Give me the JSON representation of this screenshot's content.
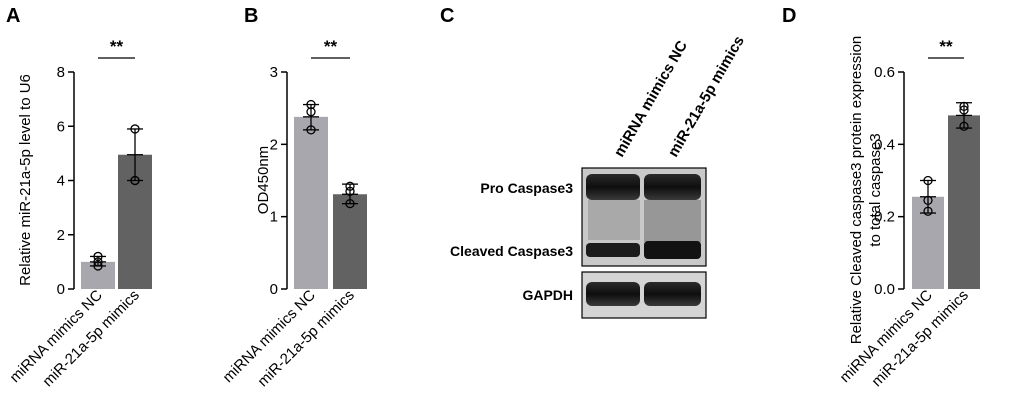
{
  "panels": {
    "a": "A",
    "b": "B",
    "c": "C",
    "d": "D"
  },
  "chart_data": [
    {
      "panel": "A",
      "type": "bar",
      "categories": [
        "miRNA mimics NC",
        "miR-21a-5p mimics"
      ],
      "values": [
        1.0,
        4.95
      ],
      "error_high": [
        1.2,
        5.9
      ],
      "error_low": [
        0.85,
        4.0
      ],
      "points": [
        [
          0.85,
          1.0,
          1.2
        ],
        [
          4.0,
          4.0,
          5.9
        ]
      ],
      "ylabel": "Relative miR-21a-5p level to U6",
      "ylim": [
        0,
        8
      ],
      "yticks": [
        "0",
        "2",
        "4",
        "6",
        "8"
      ],
      "yticks_values": [
        0,
        2,
        4,
        6,
        8
      ],
      "significance": "**",
      "colors": [
        "#a7a7ad",
        "#626262"
      ]
    },
    {
      "panel": "B",
      "type": "bar",
      "categories": [
        "miRNA mimics NC",
        "miR-21a-5p mimics"
      ],
      "values": [
        2.38,
        1.31
      ],
      "error_high": [
        2.55,
        1.45
      ],
      "error_low": [
        2.2,
        1.18
      ],
      "points": [
        [
          2.2,
          2.45,
          2.55
        ],
        [
          1.18,
          1.35,
          1.42
        ]
      ],
      "ylabel": "OD450nm",
      "ylim": [
        0,
        3
      ],
      "yticks": [
        "0",
        "1",
        "2",
        "3"
      ],
      "yticks_values": [
        0,
        1,
        2,
        3
      ],
      "significance": "**",
      "colors": [
        "#a7a7ad",
        "#626262"
      ]
    },
    {
      "panel": "D",
      "type": "bar",
      "categories": [
        "miRNA mimics NC",
        "miR-21a-5p mimics"
      ],
      "values": [
        0.255,
        0.48
      ],
      "error_high": [
        0.3,
        0.515
      ],
      "error_low": [
        0.21,
        0.445
      ],
      "points": [
        [
          0.215,
          0.245,
          0.3
        ],
        [
          0.45,
          0.495,
          0.505
        ]
      ],
      "ylabel": "Relative Cleaved caspase3 protein expression",
      "ylabel2": "to total caspase3",
      "ylim": [
        0,
        0.6
      ],
      "yticks": [
        "0.0",
        "0.2",
        "0.4",
        "0.6"
      ],
      "yticks_values": [
        0,
        0.2,
        0.4,
        0.6
      ],
      "significance": "**",
      "colors": [
        "#a7a7ad",
        "#626262"
      ]
    }
  ],
  "blot": {
    "lanes": [
      "miRNA mimics NC",
      "miR-21a-5p mimics"
    ],
    "bands": {
      "pro": "Pro Caspase3",
      "cleaved": "Cleaved Caspase3",
      "gapdh": "GAPDH"
    }
  }
}
